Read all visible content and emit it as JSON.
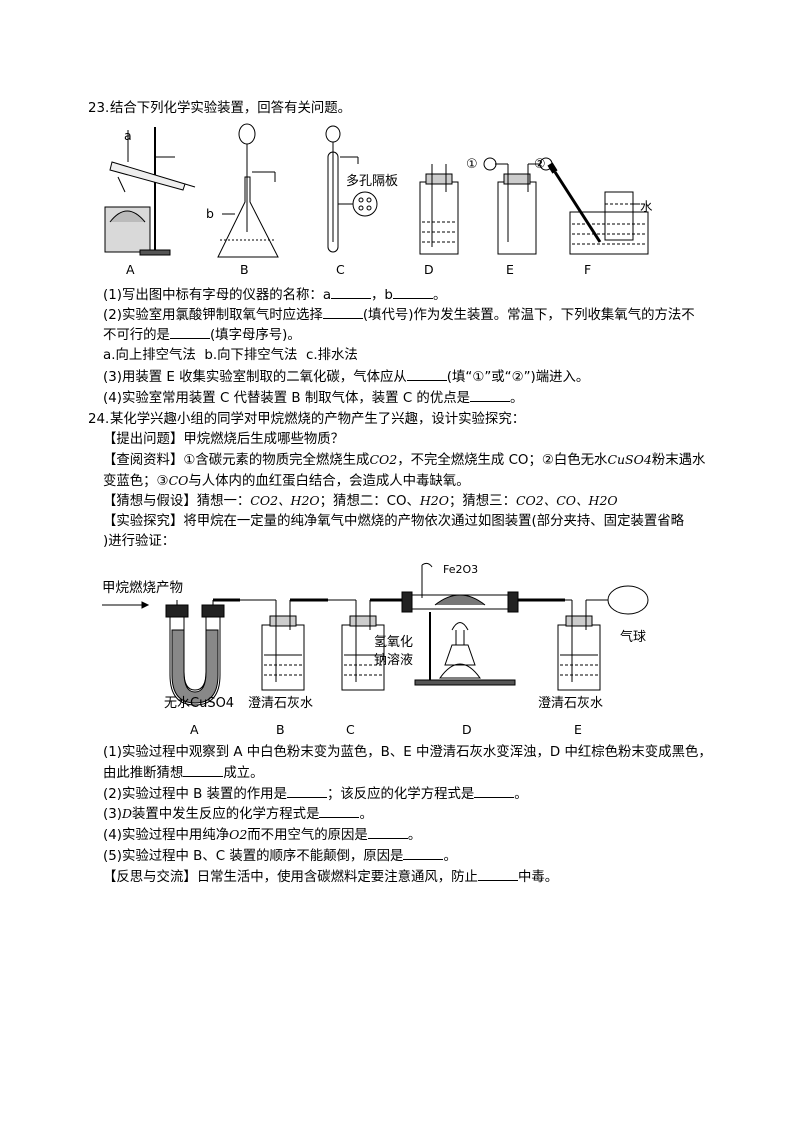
{
  "q23": {
    "number": "23.",
    "stem": "结合下列化学实验装置，回答有关问题。",
    "figure": {
      "label_a": "a",
      "label_b": "b",
      "porous_plate": "多孔隔板",
      "port1": "①",
      "port2": "②",
      "water": "水",
      "captions": [
        "A",
        "B",
        "C",
        "D",
        "E",
        "F"
      ]
    },
    "items": [
      [
        "(1)写出图中标有字母的仪器的名称：a",
        "，b",
        "。"
      ],
      [
        "(2)实验室用氯酸钾制取氧气时应选择",
        "(填代号)作为发生装置。常温下，下列收集氧气的方法不"
      ],
      [
        "不可行的是",
        "(填字母序号)。"
      ],
      [
        "a.向上排空气法",
        "b.向下排空气法",
        "c.排水法"
      ],
      [
        "(3)用装置 E 收集实验室制取的二氧化碳，气体应从",
        "(填“①”或“②”)端进入。"
      ],
      [
        "(4)实验室常用装置 C 代替装置 B 制取气体，装置 C 的优点是",
        "。"
      ]
    ]
  },
  "q24": {
    "number": "24.",
    "stem": "某化学兴趣小组的同学对甲烷燃烧的产物产生了兴趣，设计实验探究：",
    "lines": [
      "【提出问题】甲烷燃烧后生成哪些物质？",
      "【查阅资料】①含碳元素的物质完全燃烧生成",
      "CO2",
      "，不完全燃烧生成 CO；②白色无水",
      "CuSO4",
      "粉末遇水",
      "变蓝色；③",
      "CO",
      "与人体内的血红蛋白结合，会造成人中毒缺氧。",
      "【猜想与假设】猜想一：",
      "CO2、H2O",
      "；猜想二：CO、",
      "H2O",
      "；猜想三：",
      "CO2、CO、H2O",
      "【实验探究】将甲烷在一定量的纯净氧气中燃烧的产物依次通过如图装置(部分夹持、固定装置省略",
      ")进行验证："
    ],
    "figure": {
      "inlet": "甲烷燃烧产物",
      "fe2o3": "Fe2O3",
      "naoh": [
        "氢氧化",
        "钠溶液"
      ],
      "balloon": "气球",
      "cuso4": "无水CuSO4",
      "limewater1": "澄清石灰水",
      "limewater2": "澄清石灰水",
      "captions": [
        "A",
        "B",
        "C",
        "D",
        "E"
      ]
    },
    "items": [
      "(1)实验过程中观察到 A 中白色粉末变为蓝色，B、E 中澄清石灰水变浑浊，D 中红棕色粉末变成黑色，",
      "由此推断猜想",
      "成立。",
      "(2)实验过程中 B 装置的作用是",
      "；该反应的化学方程式是",
      "。",
      "(3)",
      "D",
      "装置中发生反应的化学方程式是",
      "。",
      "(4)实验过程中用纯净",
      "O2",
      "而不用空气的原因是",
      "。",
      "(5)实验过程中 B、C 装置的顺序不能颠倒，原因是",
      "。",
      "【反思与交流】日常生活中，使用含碳燃料定要注意通风，防止",
      "中毒。"
    ]
  }
}
